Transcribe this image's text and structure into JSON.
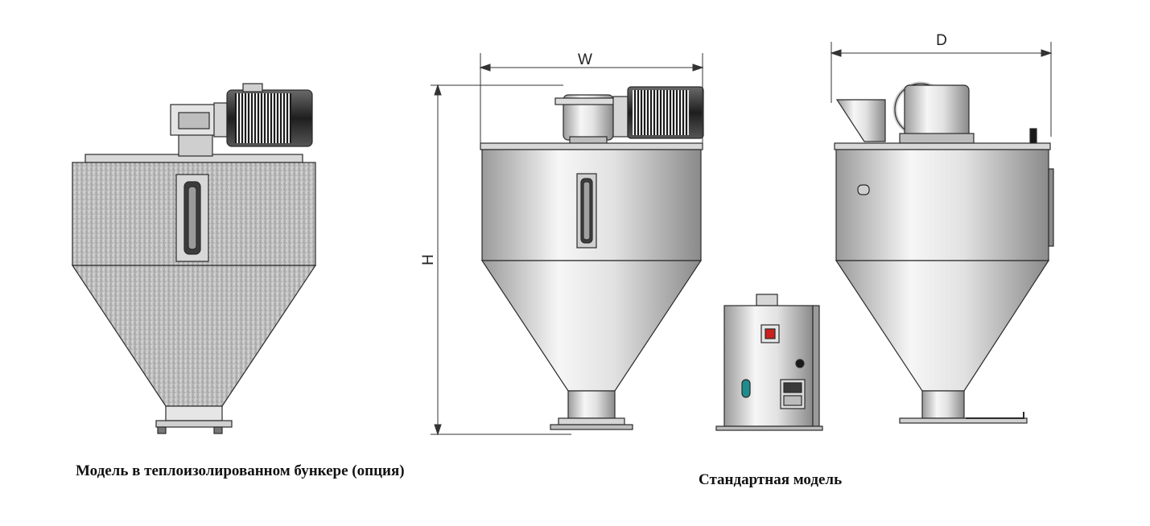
{
  "captions": {
    "insulated_model": "Модель в теплоизолированном бункере (опция)",
    "standard_model": "Стандартная модель"
  },
  "dimensions": {
    "width_label": "W",
    "depth_label": "D",
    "height_label": "H"
  },
  "colors": {
    "outline": "#2b2b2b",
    "metal_light": "#f4f4f4",
    "metal_mid": "#cfcfcf",
    "metal_dark": "#8e8e8e",
    "insulated": "#c9c9c9",
    "motor_dark": "#2a2a2a",
    "indicator_red": "#cc1f1f",
    "indicator_teal": "#1f8c8c"
  }
}
